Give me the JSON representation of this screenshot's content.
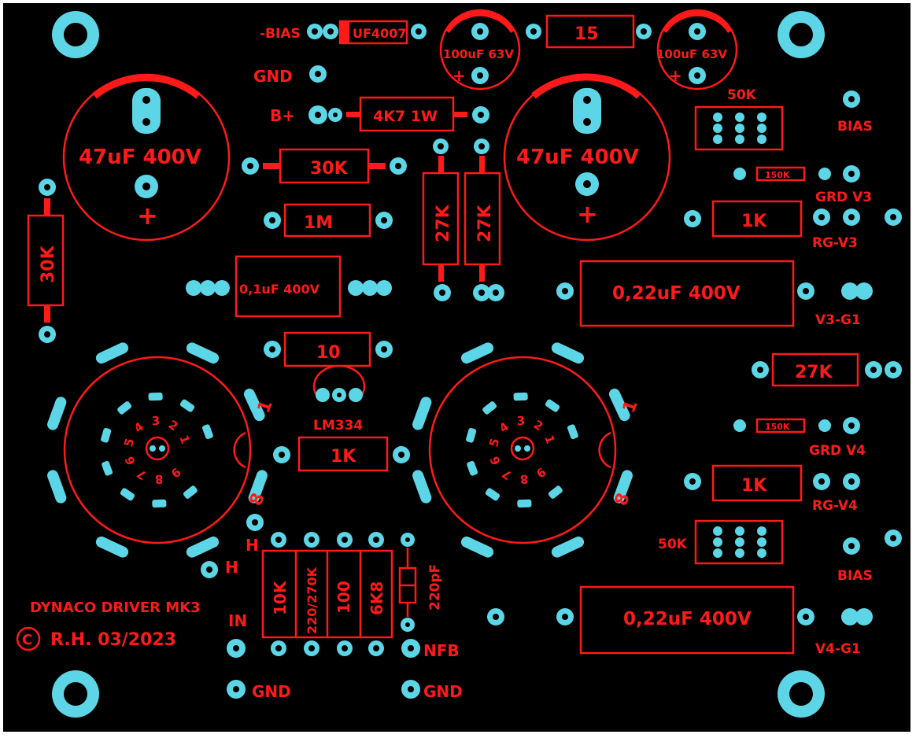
{
  "board": {
    "background": "#000000",
    "silk_color": "#ff1a1a",
    "pad_color": "#5cd6e6",
    "title": "DYNACO DRIVER MK3",
    "copyright_symbol": "C",
    "credit": "R.H. 03/2023"
  },
  "components": {
    "diode": "UF4007",
    "r_15": "15",
    "cap_100uf_left": "100uF 63V",
    "cap_100uf_right": "100uF 63V",
    "plus": "+",
    "cap_47uf_left": "47uF 400V",
    "cap_47uf_right": "47uF 400V",
    "r_4k7": "4K7 1W",
    "r_30k_top": "30K",
    "r_30k_left": "30K",
    "r_1m": "1M",
    "r_27k_a": "27K",
    "r_27k_b": "27K",
    "cap_01uf": "0,1uF 400V",
    "cap_022uf_top": "0,22uF 400V",
    "cap_022uf_bottom": "0,22uF 400V",
    "r_10": "10",
    "lm334": "LM334",
    "r_1k_center": "1K",
    "r_1k_v3": "1K",
    "r_1k_v4": "1K",
    "r_27k_right": "27K",
    "r_150k_v3": "150K",
    "r_150k_v4": "150K",
    "pot_50k_top": "50K",
    "pot_50k_bottom": "50K",
    "r_10k": "10K",
    "r_220_270k": "220/270K",
    "r_100": "100",
    "r_6k8": "6K8",
    "cap_220pf": "220pF"
  },
  "labels": {
    "neg_bias": "-BIAS",
    "gnd_top": "GND",
    "b_plus": "B+",
    "bias_top": "BIAS",
    "grd_v3": "GRD V3",
    "rg_v3": "RG-V3",
    "v3_g1": "V3-G1",
    "grd_v4": "GRD V4",
    "rg_v4": "RG-V4",
    "bias_bottom": "BIAS",
    "v4_g1": "V4-G1",
    "heater_1": "H",
    "heater_2": "H",
    "input": "IN",
    "nfb": "NFB",
    "gnd_bottom_left": "GND",
    "gnd_bottom_right": "GND"
  },
  "tube_pins": [
    "1",
    "2",
    "3",
    "4",
    "5",
    "6",
    "7",
    "8",
    "9"
  ]
}
